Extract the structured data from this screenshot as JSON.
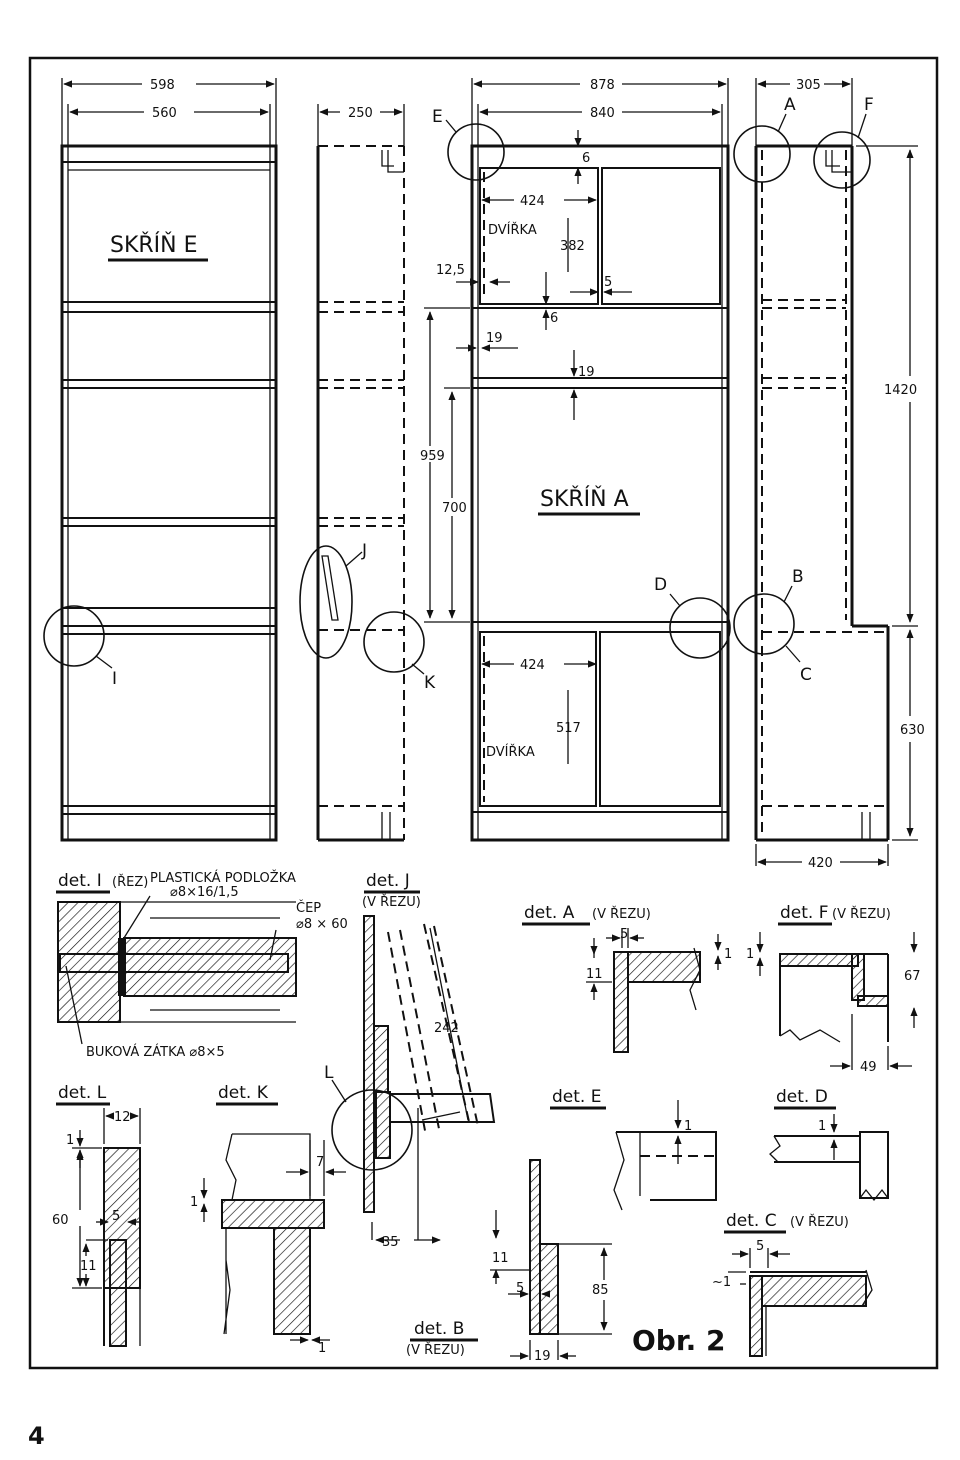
{
  "figure": {
    "label": "Obr. 2",
    "page_number": "4"
  },
  "cabinet_e": {
    "title": "SKŘÍŇ E",
    "dims": {
      "outer_width": "598",
      "inner_width": "560",
      "depth": "250"
    }
  },
  "cabinet_a": {
    "title": "SKŘÍŇ A",
    "dims": {
      "outer_width": "878",
      "inner_width": "840",
      "depth": "305",
      "height": "1420",
      "lower_height": "630",
      "lower_depth": "420",
      "top_gap": "6",
      "door_gap": "6",
      "shelf_thickness": "19",
      "side_thickness": "19",
      "door_width_upper": "424",
      "door_height_upper": "382",
      "door_offset": "12,5",
      "door_joint": "5",
      "opening_height": "959",
      "shelf_height": "700",
      "door_width_lower": "424",
      "door_height_lower": "517"
    },
    "door_label": "DVÍŘKA"
  },
  "callouts": [
    "E",
    "A",
    "F",
    "J",
    "K",
    "I",
    "D",
    "B",
    "C",
    "L"
  ],
  "details": {
    "I": {
      "title": "det. I",
      "note": "(ŘEZ)",
      "pad_label": "PLASTICKÁ PODLOŽKA",
      "pad_size": "⌀8×16/1,5",
      "pin_label": "ČEP",
      "pin_size": "⌀8 × 60",
      "plug_label": "BUKOVÁ ZÁTKA ⌀8×5"
    },
    "J": {
      "title": "det. J",
      "note": "(V ŘEZU)",
      "length": "242",
      "offset": "35"
    },
    "A": {
      "title": "det. A",
      "note": "(V ŘEZU)",
      "d1": "5",
      "d2": "1",
      "d3": "11"
    },
    "F": {
      "title": "det. F",
      "note": "(V ŘEZU)",
      "d1": "1",
      "d2": "67",
      "d3": "49"
    },
    "L": {
      "title": "det. L",
      "d1": "12",
      "d2": "1",
      "d3": "60",
      "d4": "5",
      "d5": "11"
    },
    "K": {
      "title": "det. K",
      "d1": "7",
      "d2": "1",
      "d3": "1"
    },
    "E": {
      "title": "det. E",
      "d1": "1",
      "d2": "11",
      "d3": "5",
      "d4": "85",
      "d5": "19"
    },
    "D": {
      "title": "det. D",
      "d1": "1"
    },
    "B": {
      "title": "det. B",
      "note": "(V ŘEZU)"
    },
    "C": {
      "title": "det. C",
      "note": "(V ŘEZU)",
      "d1": "5",
      "d2": "~1"
    }
  }
}
